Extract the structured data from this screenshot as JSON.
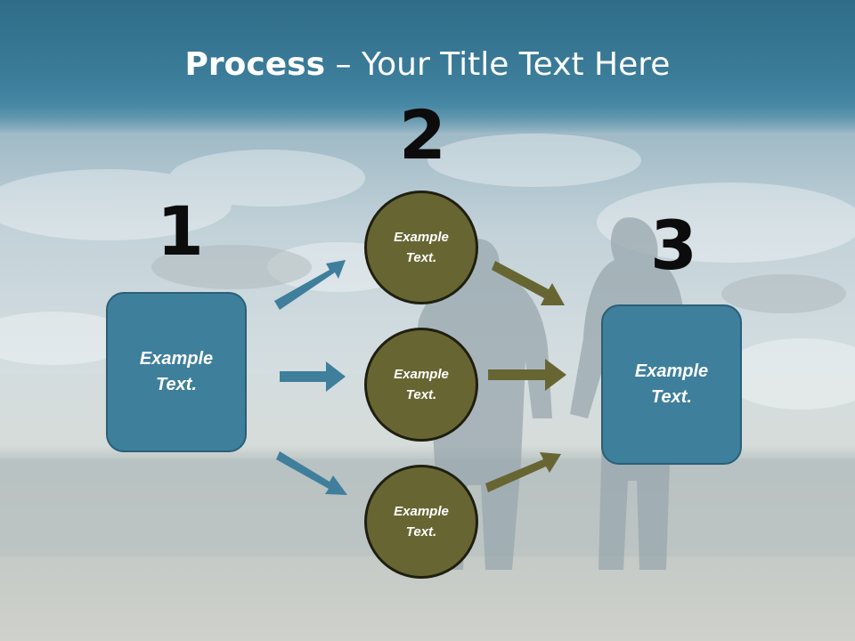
{
  "title": {
    "bold": "Process",
    "rest": " – Your Title Text Here"
  },
  "steps": [
    {
      "number": "1",
      "text": "Example\nText."
    },
    {
      "number": "2",
      "items": [
        "Example\nText.",
        "Example\nText.",
        "Example\nText."
      ]
    },
    {
      "number": "3",
      "text": "Example\nText."
    }
  ],
  "colors": {
    "title_band": "#3d7f9c",
    "box_fill": "#3e7f9c",
    "circle_fill": "#676633",
    "arrow_blue": "#3f7f9c",
    "arrow_olive": "#676633"
  }
}
